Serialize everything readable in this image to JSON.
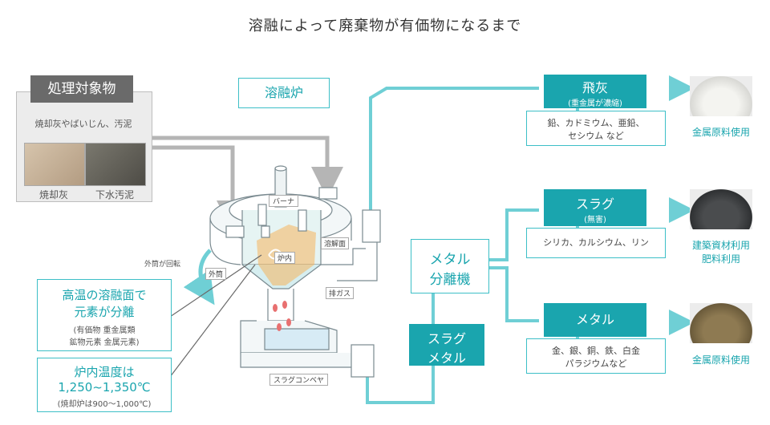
{
  "title": "溶融によって廃棄物が有価物になるまで",
  "target": {
    "heading": "処理対象物",
    "subtitle": "焼却灰やばいじん、汚泥",
    "photos": [
      {
        "label": "焼却灰",
        "color": "#c8b49c"
      },
      {
        "label": "下水汚泥",
        "color": "#6c6a60"
      }
    ]
  },
  "furnace": {
    "label": "溶融炉",
    "parts": {
      "burner": "バーナ",
      "inner": "炉内",
      "melting_surface": "溶解面",
      "outer": "外筒",
      "outer_rotation": "外筒が回転",
      "exhaust": "排ガス",
      "conveyor": "スラグコンベヤ"
    }
  },
  "info": {
    "box1": {
      "line1": "高温の溶融面で",
      "line2": "元素が分離",
      "line3": "(有価物 重金属類",
      "line4": "鉱物元素 金属元素)"
    },
    "box2": {
      "line1": "炉内温度は",
      "line2": "1,250~1,350℃",
      "line3": "(焼却炉は900～1,000℃)"
    }
  },
  "separator": {
    "line1": "メタル",
    "line2": "分離機"
  },
  "slag_metal": {
    "line1": "スラグ",
    "line2": "メタル"
  },
  "outputs": [
    {
      "name": "飛灰",
      "sub": "(重金属が濃縮)",
      "contents1": "鉛、カドミウム、亜鉛、",
      "contents2": "セシウム など",
      "use1": "金属原料使用",
      "use2": "",
      "photo": "#e6e6e2"
    },
    {
      "name": "スラグ",
      "sub": "(無害)",
      "contents1": "シリカ、カルシウム、リン",
      "contents2": "",
      "use1": "建築資材利用",
      "use2": "肥料利用",
      "photo": "#5a5c5c"
    },
    {
      "name": "メタル",
      "sub": "",
      "contents1": "金、銀、銅、鉄、白金",
      "contents2": "パラジウムなど",
      "use1": "金属原料使用",
      "use2": "",
      "photo": "#8a7650"
    }
  ],
  "colors": {
    "teal": "#1aa5ae",
    "teal_line": "#6fcfd5",
    "grey_line": "#b5b5b5",
    "fire": "#f5b45c"
  }
}
